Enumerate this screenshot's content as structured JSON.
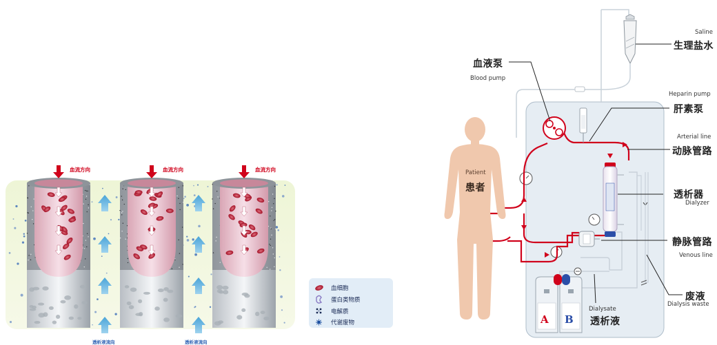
{
  "left_panel": {
    "flow_label": "血流方向",
    "dialysate_label": "透析液流向",
    "legend": [
      {
        "icon": "red-blood-cell-icon",
        "label": "血细胞",
        "color": "#c8102e"
      },
      {
        "icon": "protein-icon",
        "label": "蛋白类物质",
        "color": "#8a7bc4"
      },
      {
        "icon": "electrolyte-icon",
        "label": "电解质",
        "color": "#1a2a55"
      },
      {
        "icon": "metabolic-waste-icon",
        "label": "代谢废物",
        "color": "#1c4fa0"
      }
    ]
  },
  "right_panel": {
    "labels": {
      "blood_pump_cn": "血液泵",
      "blood_pump_en": "Blood pump",
      "saline_en": "Saline",
      "saline_cn": "生理盐水",
      "heparin_en": "Heparin pump",
      "heparin_cn": "肝素泵",
      "arterial_en": "Arterial line",
      "arterial_cn": "动脉管路",
      "dialyzer_cn": "透析器",
      "dialyzer_en": "Dialyzer",
      "venous_cn": "静脉管路",
      "venous_en": "Venous line",
      "waste_cn": "废液",
      "waste_en": "Dialysis waste",
      "patient_en": "Patient",
      "patient_cn": "患者",
      "dialysate_en": "Dialysate",
      "dialysate_cn": "透析液",
      "jug_a": "A",
      "jug_b": "B"
    },
    "colors": {
      "blood_line": "#d0021b",
      "machine_fill": "#e6edf3",
      "skin": "#f0c8ad"
    }
  }
}
